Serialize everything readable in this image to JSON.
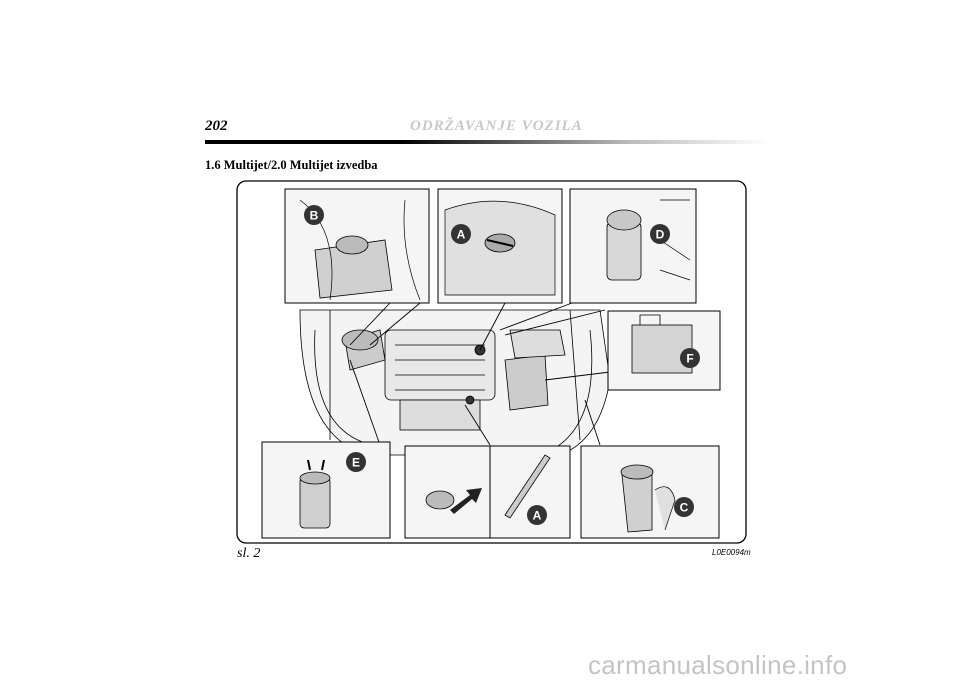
{
  "header": {
    "page_number": "202",
    "chapter_title": "ODRŽAVANJE VOZILA"
  },
  "section_title": "1.6 Multijet/2.0 Multijet izvedba",
  "figure": {
    "label": "sl. 2",
    "code": "L0E0094m",
    "callouts": {
      "b": "B",
      "a_top": "A",
      "d": "D",
      "f": "F",
      "e": "E",
      "a_bottom": "A",
      "c": "C"
    }
  },
  "watermark": "carmanualsonline.info"
}
